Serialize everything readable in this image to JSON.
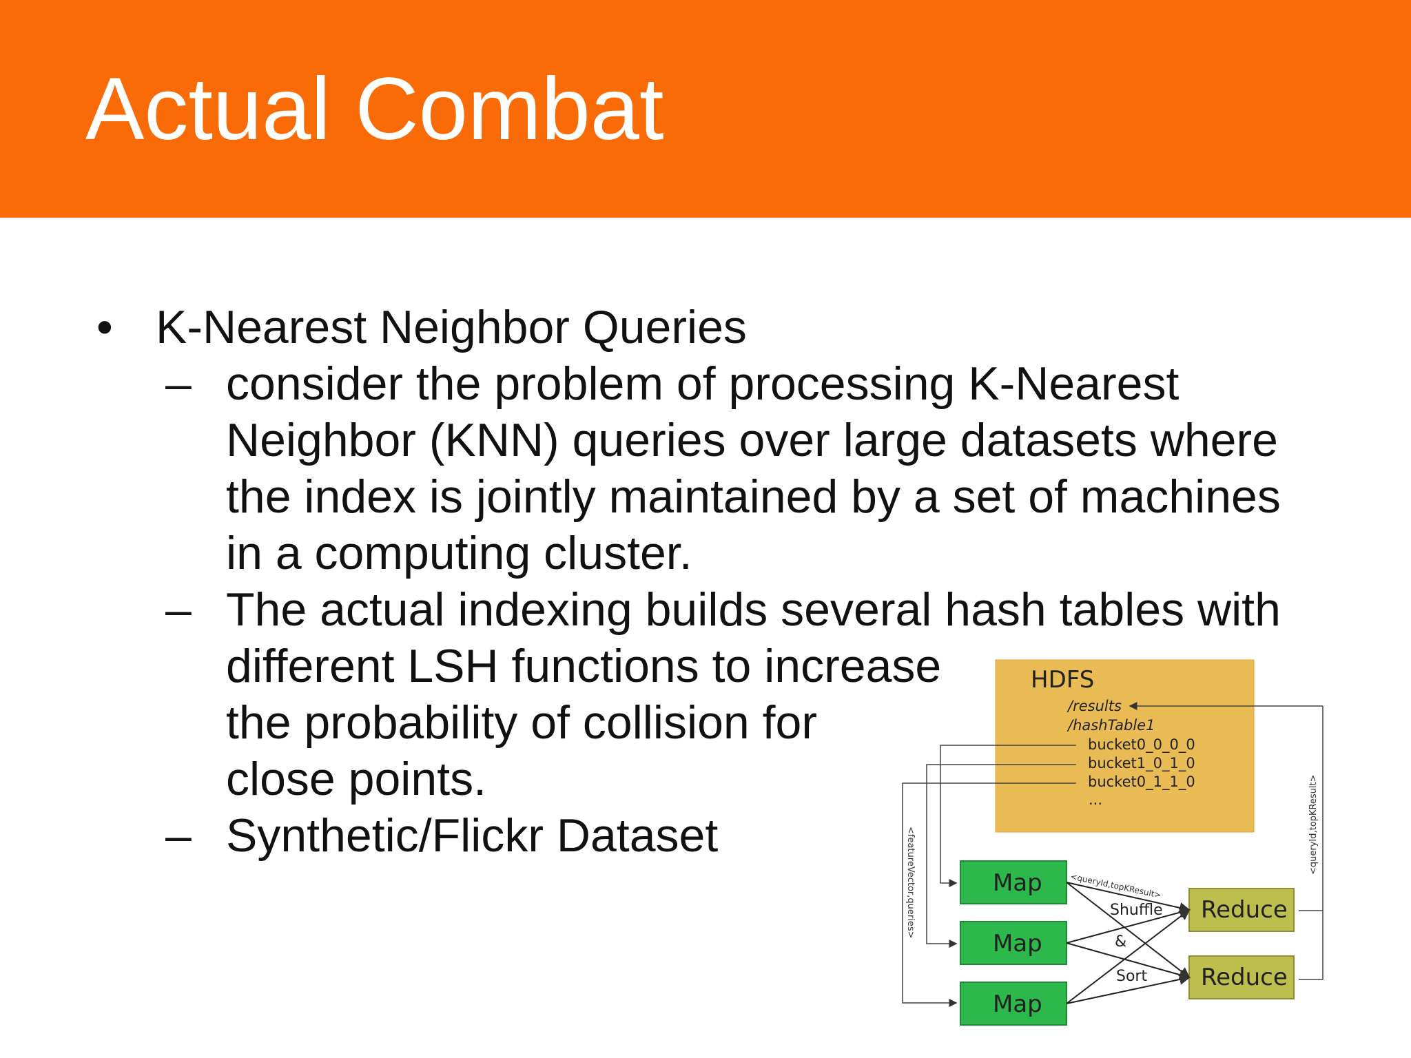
{
  "slide": {
    "title": "Actual Combat",
    "bullet": {
      "marker": "•",
      "text": "K-Nearest Neighbor Queries",
      "sub_items": [
        {
          "marker": "–",
          "lines": [
            "consider the problem of processing K-Nearest",
            "Neighbor (KNN) queries over large datasets where",
            "the index is jointly maintained by a set of machines",
            "in a computing cluster."
          ]
        },
        {
          "marker": "–",
          "lines": [
            "The actual indexing builds several hash tables with",
            "different LSH functions to increase",
            "the probability of collision for",
            "close points."
          ]
        },
        {
          "marker": "–",
          "lines": [
            "Synthetic/Flickr Dataset"
          ]
        }
      ]
    },
    "diagram": {
      "hdfs_label": "HDFS",
      "paths": [
        "/results",
        "/hashTable1",
        "bucket0_0_0_0",
        "bucket1_0_1_0",
        "bucket0_1_1_0",
        "..."
      ],
      "map_labels": [
        "Map",
        "Map",
        "Map"
      ],
      "reduce_labels": [
        "Reduce",
        "Reduce"
      ],
      "shuffle_labels": [
        "Shuffle",
        "&",
        "Sort"
      ],
      "edge_label_map_out": "<queryId,topKResult>",
      "edge_label_left": "<featureVector,queries>",
      "edge_label_right": "<queryId,topKResult>",
      "colors": {
        "hdfs_fill": "#e9bb54",
        "map_fill": "#2db84b",
        "reduce_fill": "#bcbe4e",
        "header": "#f96b07"
      }
    }
  }
}
